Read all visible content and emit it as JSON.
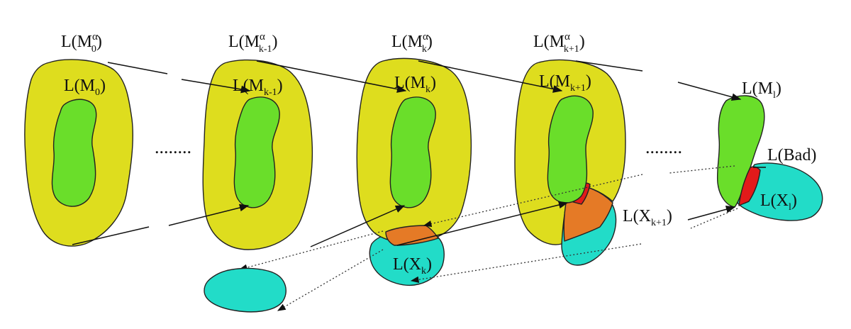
{
  "colors": {
    "yellow": "#dedd1e",
    "green": "#6ade2a",
    "cyan": "#22dcc8",
    "orange": "#e57a26",
    "red": "#e21a1a"
  },
  "labels": {
    "m0_alpha": {
      "base": "L(M",
      "sup": "α",
      "sub": "0",
      "close": ")"
    },
    "m0": {
      "base": "L(M",
      "sub": "0",
      "close": ")"
    },
    "mk1_alpha": {
      "base": "L(M",
      "sup": "α",
      "sub": "k-1",
      "close": ")"
    },
    "mk1": {
      "base": "L(M",
      "sub": "k-1",
      "close": ")"
    },
    "mk_alpha": {
      "base": "L(M",
      "sup": "α",
      "sub": "k",
      "close": ")"
    },
    "mk": {
      "base": "L(M",
      "sub": "k",
      "close": ")"
    },
    "mkp1_alpha": {
      "base": "L(M",
      "sup": "α",
      "sub": "k+1",
      "close": ")"
    },
    "mkp1": {
      "base": "L(M",
      "sub": "k+1",
      "close": ")"
    },
    "ml": {
      "base": "L(M",
      "sub": "l",
      "close": ")"
    },
    "bad": {
      "text": "L(Bad)"
    },
    "xk": {
      "base": "L(X",
      "sub": "k",
      "close": ")"
    },
    "xkp1": {
      "base": "L(X",
      "sub": "k+1",
      "close": ")"
    },
    "xl": {
      "base": "L(X",
      "sub": "l",
      "close": ")"
    }
  },
  "ellipsis": [
    "........",
    "........"
  ]
}
